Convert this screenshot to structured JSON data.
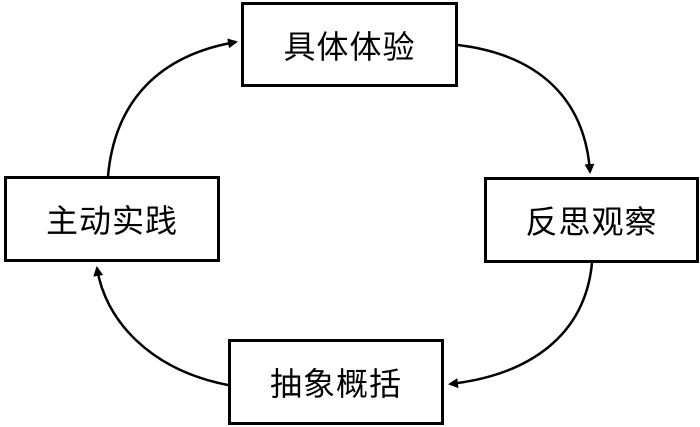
{
  "diagram": {
    "type": "cycle",
    "direction": "clockwise",
    "line_color": "#000000",
    "nodes": [
      {
        "id": "top",
        "label": "具体体验"
      },
      {
        "id": "right",
        "label": "反思观察"
      },
      {
        "id": "bottom",
        "label": "抽象概括"
      },
      {
        "id": "left",
        "label": "主动实践"
      }
    ],
    "edges": [
      {
        "from": "top",
        "to": "right"
      },
      {
        "from": "right",
        "to": "bottom"
      },
      {
        "from": "bottom",
        "to": "left"
      },
      {
        "from": "left",
        "to": "top"
      }
    ]
  }
}
